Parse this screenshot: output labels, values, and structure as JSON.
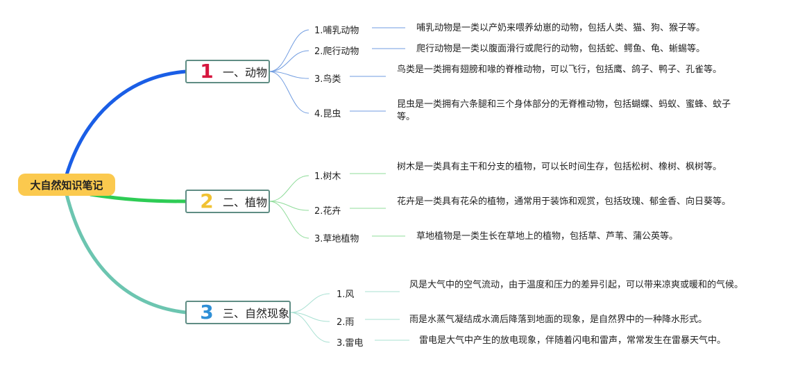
{
  "root": {
    "label": "大自然知识笔记"
  },
  "categories": [
    {
      "number": "1",
      "label": "一、动物",
      "number_color": "#d6163e",
      "items": [
        {
          "label": "1.哺乳动物",
          "desc": "哺乳动物是一类以产奶来喂养幼崽的动物，包括人类、猫、狗、猴子等。"
        },
        {
          "label": "2.爬行动物",
          "desc": "爬行动物是一类以腹面滑行或爬行的动物，包括蛇、鳄鱼、龟、蜥蜴等。"
        },
        {
          "label": "3.鸟类",
          "desc": "鸟类是一类拥有翅膀和喙的脊椎动物，可以飞行，包括鹰、鸽子、鸭子、孔雀等。"
        },
        {
          "label": "4.昆虫",
          "desc": "昆虫是一类拥有六条腿和三个身体部分的无脊椎动物，包括蝴蝶、蚂蚁、蜜蜂、蚊子等。"
        }
      ]
    },
    {
      "number": "2",
      "label": "二、植物",
      "number_color": "#f1c232",
      "items": [
        {
          "label": "1.树木",
          "desc": "树木是一类具有主干和分支的植物，可以长时间生存，包括松树、橡树、枫树等。"
        },
        {
          "label": "2.花卉",
          "desc": "花卉是一类具有花朵的植物，通常用于装饰和观赏，包括玫瑰、郁金香、向日葵等。"
        },
        {
          "label": "3.草地植物",
          "desc": "草地植物是一类生长在草地上的植物，包括草、芦苇、蒲公英等。"
        }
      ]
    },
    {
      "number": "3",
      "label": "三、自然现象",
      "number_color": "#2f8fd6",
      "items": [
        {
          "label": "1.风",
          "desc": "风是大气中的空气流动，由于温度和压力的差异引起，可以带来凉爽或暖和的气候。"
        },
        {
          "label": "2.雨",
          "desc": "雨是水蒸气凝结成水滴后降落到地面的现象，是自然界中的一种降水形式。"
        },
        {
          "label": "3.雷电",
          "desc": "雷电是大气中产生的放电现象，伴随着闪电和雷声，常常发生在雷暴天气中。"
        }
      ]
    }
  ],
  "colors": {
    "branch_animals": "#1a5ee6",
    "branch_plants": "#2ecc55",
    "branch_phenomena": "#6cc5b0",
    "leaf_animals": "#6f9be0",
    "leaf_plants": "#8fdc9a",
    "leaf_phenomena": "#a8e0d2",
    "root_bg": "#fbc94e",
    "node_border": "#5f8d84"
  }
}
